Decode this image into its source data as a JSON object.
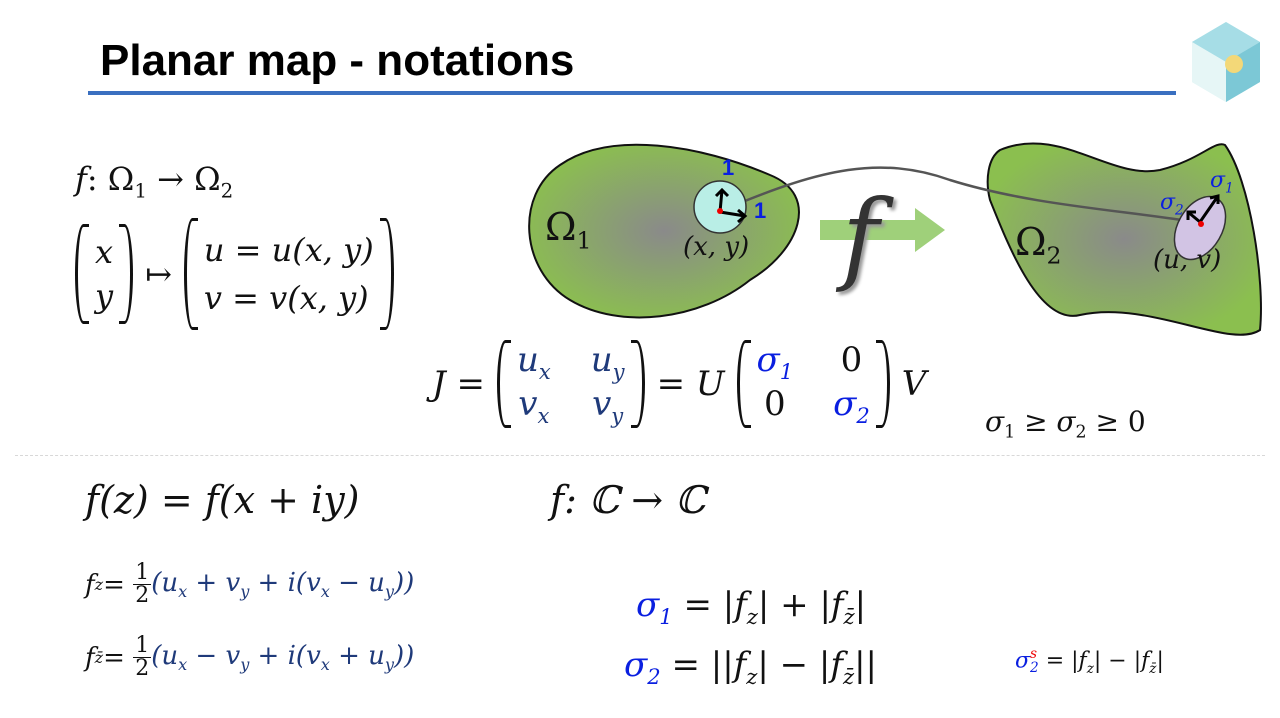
{
  "title": "Planar map - notations",
  "colors": {
    "rule": "#3a6fc0",
    "accent_blue": "#0a1fe0",
    "navy": "#1f3a7a",
    "shape_green": "#8bbf4f",
    "disk_cyan": "#b9eee6",
    "ellipse_lilac": "#d2c4e4"
  },
  "map_def": {
    "f": "f",
    "colon": ": Ω",
    "sub1": "1",
    "arrow": " → Ω",
    "sub2": "2"
  },
  "vector": {
    "x": "x",
    "y": "y",
    "mapsto": "↦",
    "u_row": "u = u(x, y)",
    "v_row": "v = v(x, y)"
  },
  "diagram": {
    "omega1": "Ω",
    "omega1_sub": "1",
    "omega2": "Ω",
    "omega2_sub": "2",
    "one_up": "1",
    "one_right": "1",
    "point1": "(x, y)",
    "point2": "(u, v)",
    "f_label": "f",
    "sigma1": "σ",
    "sigma1_sub": "1",
    "sigma2": "σ",
    "sigma2_sub": "2"
  },
  "jacobian": {
    "lhs": "J =",
    "a11": "u",
    "a11s": "x",
    "a12": "u",
    "a12s": "y",
    "a21": "v",
    "a21s": "x",
    "a22": "v",
    "a22s": "y",
    "eq": "= U",
    "s1": "σ",
    "s1s": "1",
    "z12": "0",
    "z21": "0",
    "s2": "σ",
    "s2s": "2",
    "V": "V"
  },
  "order": {
    "text1": "σ",
    "s1": "1",
    "text2": " ≥ σ",
    "s2": "2",
    "text3": " ≥ 0"
  },
  "complex": {
    "fz": "f(z) = f(x + iy)",
    "map": "f: ℂ → ℂ"
  },
  "fz_formula": {
    "lhs": "f",
    "sub": "z",
    "eq": " =",
    "num": "1",
    "den": "2",
    "body_a": "(u",
    "s_a": "x",
    "body_b": " + v",
    "s_b": "y",
    "body_c": " + i(v",
    "s_c": "x",
    "body_d": " − u",
    "s_d": "y",
    "body_e": "))"
  },
  "fzbar_formula": {
    "lhs": "f",
    "sub": "z̄",
    "eq": " =",
    "num": "1",
    "den": "2",
    "body_a": "(u",
    "s_a": "x",
    "body_b": " − v",
    "s_b": "y",
    "body_c": " + i(v",
    "s_c": "x",
    "body_d": " + u",
    "s_d": "y",
    "body_e": "))"
  },
  "sigma1_eq": {
    "s": "σ",
    "sub": "1",
    "rhs": " = |f",
    "z": "z",
    "mid": "| + |f",
    "zb": "z̄",
    "end": "|"
  },
  "sigma2_eq": {
    "s": "σ",
    "sub": "2",
    "rhs": " = ||f",
    "z": "z",
    "mid": "| − |f",
    "zb": "z̄",
    "end": "||"
  },
  "sigma2s_eq": {
    "s": "σ",
    "sub": "2",
    "sup": "s",
    "rhs": " = |f",
    "z": "z",
    "mid": "| − |f",
    "zb": "z̄",
    "end": "|"
  }
}
